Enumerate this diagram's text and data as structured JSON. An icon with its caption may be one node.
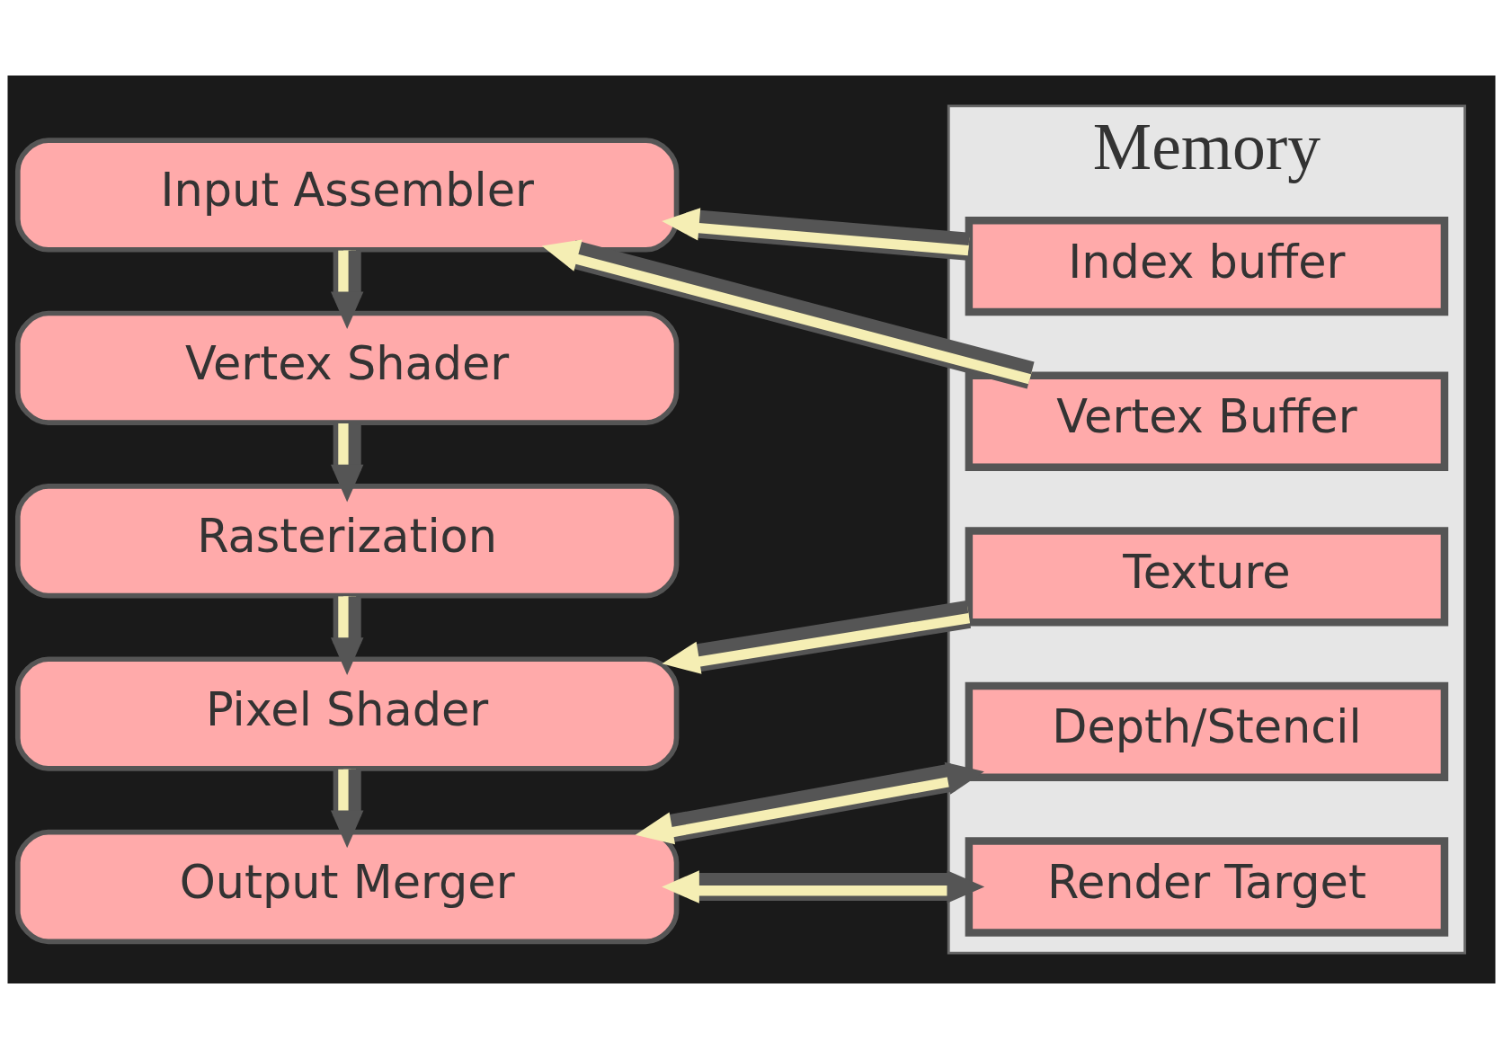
{
  "diagram": {
    "nodes": [
      {
        "text": [
          "Memory"
        ]
      },
      {
        "text": [
          "Input Assembler"
        ]
      },
      {
        "text": [
          "Vertex Shader"
        ]
      },
      {
        "text": [
          "Rasterization"
        ]
      },
      {
        "text": [
          "Pixel Shader"
        ]
      },
      {
        "text": [
          "Output Merger"
        ]
      },
      {
        "text": [
          "Index buffer"
        ],
        "in": 0
      },
      {
        "text": [
          "Vertex Buffer"
        ],
        "in": 0
      },
      {
        "text": [
          "Texture"
        ],
        "in": 0
      },
      {
        "text": [
          "Depth/Stencil"
        ],
        "in": 0
      },
      {
        "text": [
          "Render Target"
        ],
        "in": 0
      }
    ],
    "edges": [
      {
        "from": 1,
        "to": 2,
        "arrow": "to"
      },
      {
        "from": 2,
        "to": 3,
        "arrow": "to"
      },
      {
        "from": 3,
        "to": 4,
        "arrow": "to"
      },
      {
        "from": 4,
        "to": 5,
        "arrow": "to"
      },
      {
        "from": 6,
        "to": 1,
        "arrow": "to"
      },
      {
        "from": 7,
        "to": 1,
        "arrow": "to"
      },
      {
        "from": 8,
        "to": 4,
        "arrow": "to"
      },
      {
        "from": 5,
        "to": 9,
        "arrow": "both"
      },
      {
        "from": 5,
        "to": 10,
        "arrow": "both"
      }
    ]
  }
}
